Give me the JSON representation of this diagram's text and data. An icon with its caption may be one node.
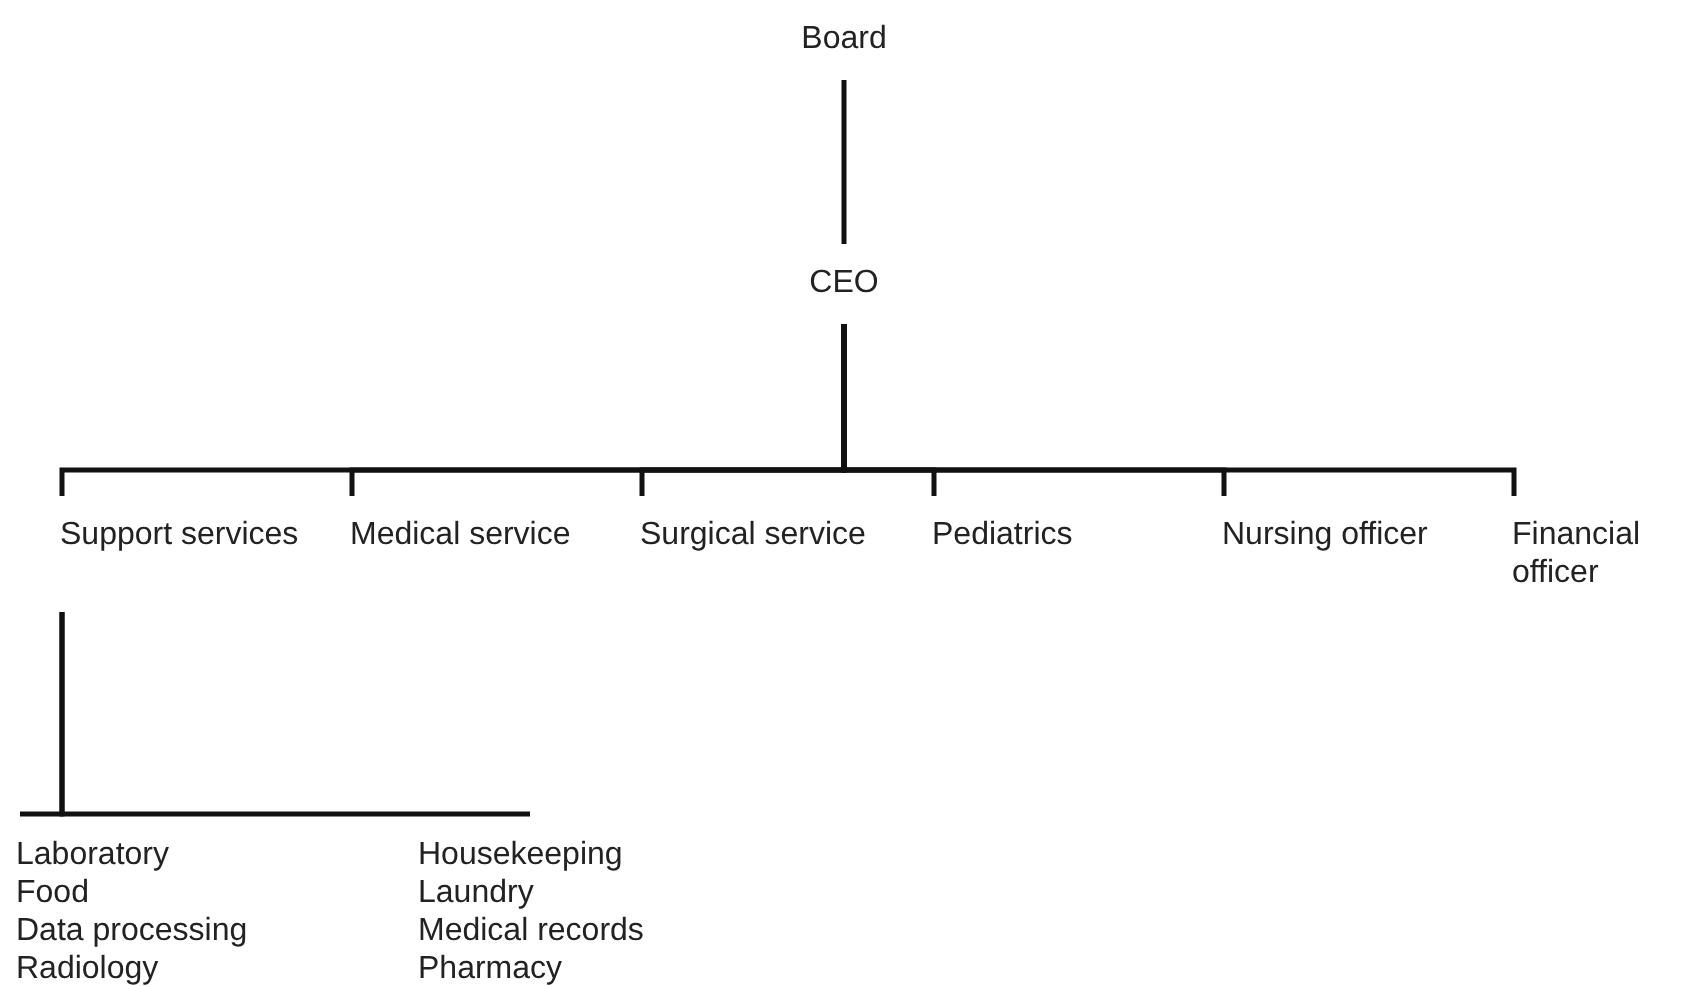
{
  "diagram": {
    "nodes": [
      {
        "text": [
          "Board"
        ]
      },
      {
        "text": [
          "CEO"
        ]
      },
      {
        "text": [
          "Support services"
        ]
      },
      {
        "text": [
          "Medical service"
        ]
      },
      {
        "text": [
          "Surgical service"
        ]
      },
      {
        "text": [
          "Pediatrics"
        ]
      },
      {
        "text": [
          "Nursing officer"
        ]
      },
      {
        "text": [
          "Financial officer"
        ]
      },
      {
        "text": [
          "Laboratory",
          "Food",
          "Data processing",
          "Radiology"
        ]
      },
      {
        "text": [
          "Housekeeping",
          "Laundry",
          "Medical records",
          "Pharmacy"
        ]
      }
    ],
    "edges": [
      {
        "from": 0,
        "to": 1,
        "arrow": "none"
      },
      {
        "from": 1,
        "to": 2,
        "arrow": "none"
      },
      {
        "from": 1,
        "to": 3,
        "arrow": "none"
      },
      {
        "from": 1,
        "to": 4,
        "arrow": "none"
      },
      {
        "from": 1,
        "to": 5,
        "arrow": "none"
      },
      {
        "from": 1,
        "to": 6,
        "arrow": "none"
      },
      {
        "from": 1,
        "to": 7,
        "arrow": "none"
      },
      {
        "from": 2,
        "to": 8,
        "arrow": "none"
      },
      {
        "from": 2,
        "to": 9,
        "arrow": "none"
      }
    ]
  }
}
